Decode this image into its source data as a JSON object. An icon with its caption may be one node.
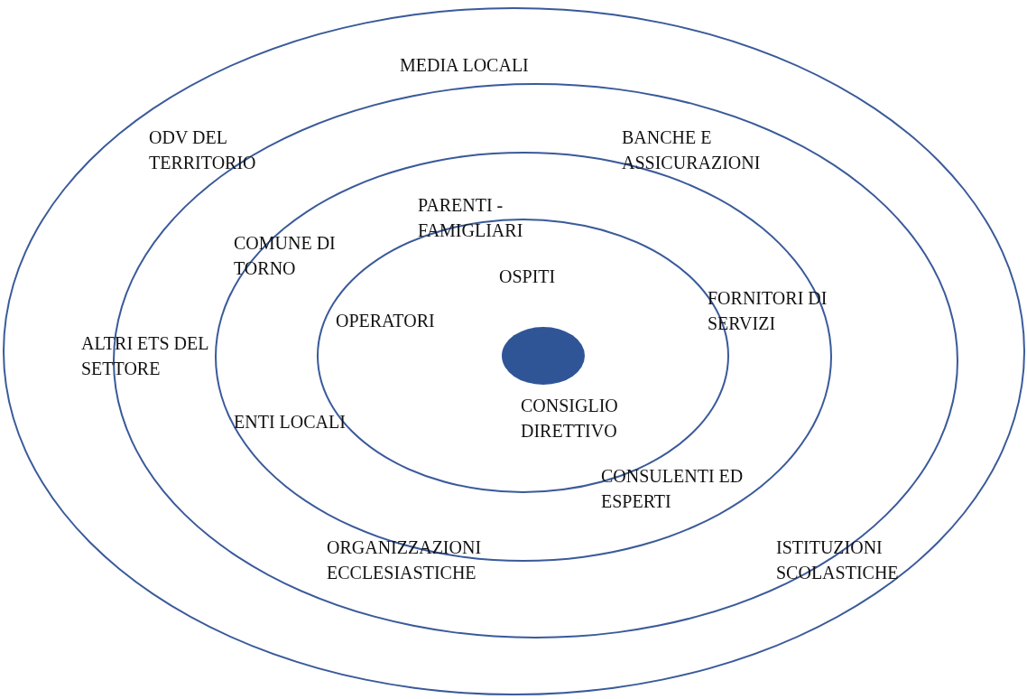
{
  "diagram": {
    "nodes": [
      {
        "text": [],
        "shape": "ellipse"
      },
      {
        "text": [],
        "shape": "ellipse",
        "in": 0
      },
      {
        "text": [],
        "shape": "ellipse",
        "in": 1
      },
      {
        "text": [],
        "shape": "ellipse",
        "in": 2
      },
      {
        "text": [],
        "shape": "ellipse",
        "in": 3
      }
    ],
    "labels": [
      "MEDIA LOCALI",
      "ODV DEL TERRITORIO",
      "BANCHE E ASSICURAZIONI",
      "PARENTI - FAMIGLIARI",
      "COMUNE DI TORNO",
      "OSPITI",
      "FORNITORI DI SERVIZI",
      "OPERATORI",
      "ALTRI ETS DEL SETTORE",
      "CONSIGLIO DIRETTIVO",
      "ENTI LOCALI",
      "CONSULENTI ED ESPERTI",
      "ORGANIZZAZIONI ECCLESIASTICHE",
      "ISTITUZIONI SCOLASTICHE"
    ]
  }
}
